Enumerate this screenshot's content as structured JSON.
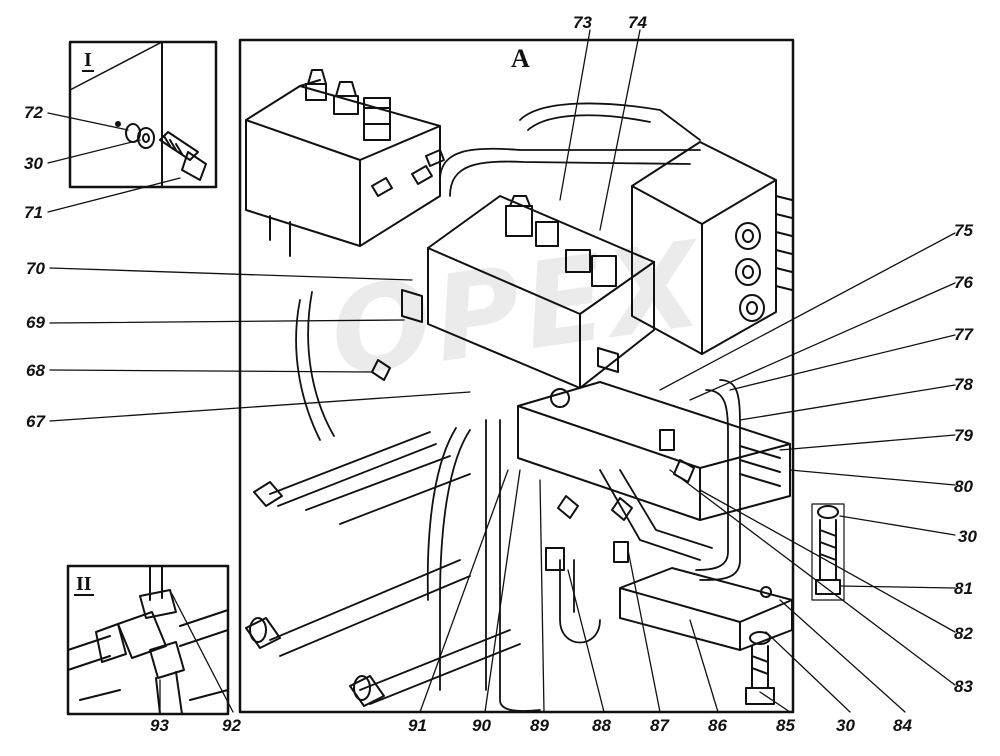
{
  "diagram": {
    "main_view_label": "A",
    "inset_1_label": "I",
    "inset_2_label": "II",
    "watermark_text": "OPEX",
    "callouts": {
      "c72": "72",
      "c30a": "30",
      "c71": "71",
      "c70": "70",
      "c69": "69",
      "c68": "68",
      "c67": "67",
      "c73": "73",
      "c74": "74",
      "c75": "75",
      "c76": "76",
      "c77": "77",
      "c78": "78",
      "c79": "79",
      "c80": "80",
      "c30b": "30",
      "c81": "81",
      "c82": "82",
      "c83": "83",
      "c84": "84",
      "c30c": "30",
      "c85": "85",
      "c86": "86",
      "c87": "87",
      "c88": "88",
      "c89": "89",
      "c90": "90",
      "c91": "91",
      "c92": "92",
      "c93": "93"
    }
  }
}
